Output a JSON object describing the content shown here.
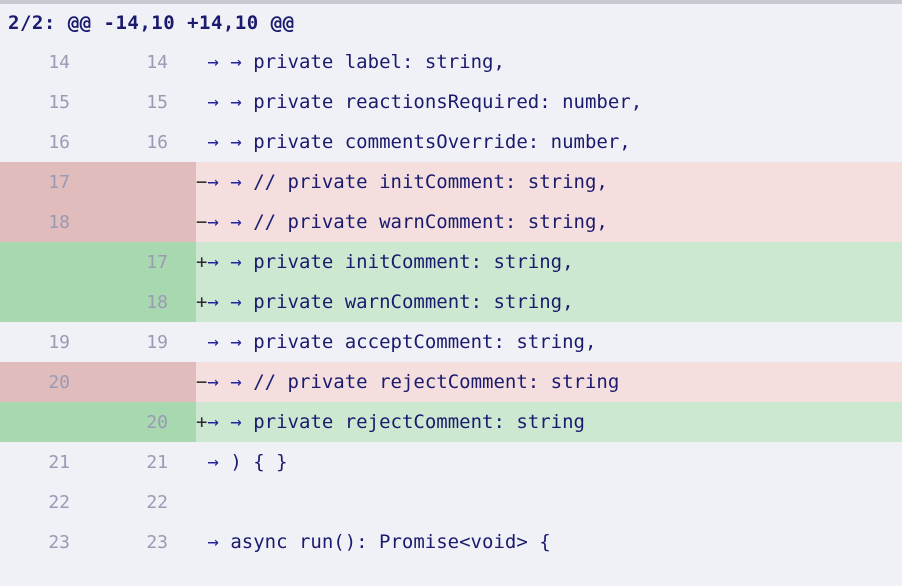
{
  "header": {
    "text": "2/2: @@ -14,10 +14,10 @@"
  },
  "symbols": {
    "tab_glyph": "→",
    "add_marker": "+",
    "del_marker": "−",
    "context_marker": " "
  },
  "colors": {
    "text": "#1a1a6e",
    "lineno": "#9a9ab4",
    "tab_arrow": "#23239b",
    "context_bg": "#f0f0f7",
    "del_gutter_bg": "#e0bcbc",
    "del_content_bg": "#f4dede",
    "add_gutter_bg": "#a8d8b0",
    "add_content_bg": "#cce8d0",
    "top_bar": "#c9c9d2"
  },
  "rows": [
    {
      "type": "context",
      "old_lineno": "14",
      "new_lineno": "14",
      "marker": " ",
      "tabs": 2,
      "code": "private label: string,"
    },
    {
      "type": "context",
      "old_lineno": "15",
      "new_lineno": "15",
      "marker": " ",
      "tabs": 2,
      "code": "private reactionsRequired: number,"
    },
    {
      "type": "context",
      "old_lineno": "16",
      "new_lineno": "16",
      "marker": " ",
      "tabs": 2,
      "code": "private commentsOverride: number,"
    },
    {
      "type": "delete",
      "old_lineno": "17",
      "new_lineno": "",
      "marker": "−",
      "tabs": 2,
      "code": "// private initComment: string,"
    },
    {
      "type": "delete",
      "old_lineno": "18",
      "new_lineno": "",
      "marker": "−",
      "tabs": 2,
      "code": "// private warnComment: string,"
    },
    {
      "type": "add",
      "old_lineno": "",
      "new_lineno": "17",
      "marker": "+",
      "tabs": 2,
      "code": "private initComment: string,"
    },
    {
      "type": "add",
      "old_lineno": "",
      "new_lineno": "18",
      "marker": "+",
      "tabs": 2,
      "code": "private warnComment: string,"
    },
    {
      "type": "context",
      "old_lineno": "19",
      "new_lineno": "19",
      "marker": " ",
      "tabs": 2,
      "code": "private acceptComment: string,"
    },
    {
      "type": "delete",
      "old_lineno": "20",
      "new_lineno": "",
      "marker": "−",
      "tabs": 2,
      "code": "// private rejectComment: string"
    },
    {
      "type": "add",
      "old_lineno": "",
      "new_lineno": "20",
      "marker": "+",
      "tabs": 2,
      "code": "private rejectComment: string"
    },
    {
      "type": "context",
      "old_lineno": "21",
      "new_lineno": "21",
      "marker": " ",
      "tabs": 1,
      "code": ") { }"
    },
    {
      "type": "context",
      "old_lineno": "22",
      "new_lineno": "22",
      "marker": " ",
      "tabs": 0,
      "code": ""
    },
    {
      "type": "context",
      "old_lineno": "23",
      "new_lineno": "23",
      "marker": " ",
      "tabs": 1,
      "code": "async run(): Promise<void> {"
    }
  ]
}
